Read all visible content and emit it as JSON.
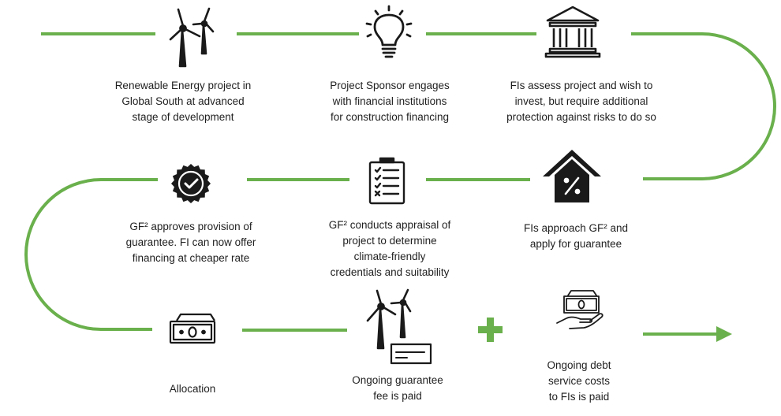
{
  "colors": {
    "path": "#6ab04c",
    "icon": "#1a1a1a"
  },
  "steps": [
    {
      "icon": "wind-turbines-icon",
      "lines": [
        "Renewable Energy project in",
        "Global South at advanced",
        "stage of development"
      ]
    },
    {
      "icon": "lightbulb-icon",
      "lines": [
        "Project Sponsor engages",
        "with financial institutions",
        "for construction financing"
      ]
    },
    {
      "icon": "bank-building-icon",
      "lines": [
        "FIs assess project and wish to",
        "invest, but require additional",
        "protection against risks to do so"
      ]
    },
    {
      "icon": "percent-house-icon",
      "lines": [
        "FIs approach GF² and",
        "apply for guarantee"
      ]
    },
    {
      "icon": "checklist-clipboard-icon",
      "lines": [
        "GF² conducts appraisal of",
        "project to determine",
        "climate-friendly",
        "credentials and suitability"
      ]
    },
    {
      "icon": "approval-badge-icon",
      "lines": [
        "GF² approves provision of",
        "guarantee. FI can now offer",
        "financing at cheaper rate"
      ]
    },
    {
      "icon": "banknote-icon",
      "lines": [
        "Allocation"
      ]
    },
    {
      "icon": "turbines-with-cheque-icon",
      "lines": [
        "Ongoing guarantee",
        "fee is paid"
      ]
    },
    {
      "icon": "hand-holding-money-icon",
      "lines": [
        "Ongoing debt",
        "service costs",
        "to FIs is paid"
      ]
    }
  ],
  "plus_icon": "plus-icon",
  "arrow_icon": "arrow-right-icon"
}
